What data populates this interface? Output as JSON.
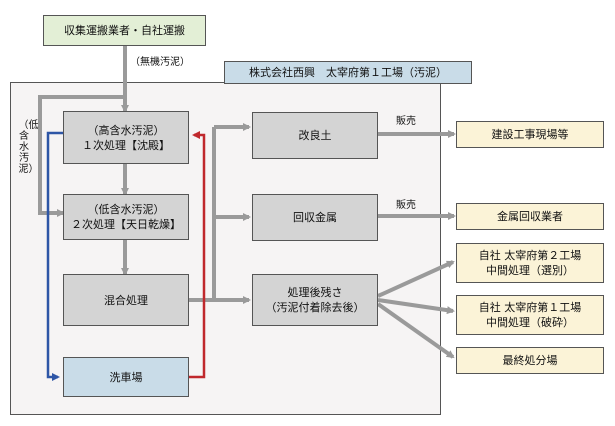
{
  "colors": {
    "frame_fill": "#f6f4f4",
    "green_box": "#e3efd6",
    "gray_box": "#d4d4d4",
    "blue_box": "#c9dce8",
    "cream_box": "#fbf3d7",
    "arrow_gray": "#9a9a9a",
    "arrow_red": "#c0282c",
    "arrow_blue": "#2e56a6"
  },
  "collector": "収集運搬業者・自社運搬",
  "inorganic_sludge": "（無機汚泥）",
  "low_water_sludge_vertical": "（低含水汚泥）",
  "facility": "株式会社西興　太宰府第１工場（汚泥）",
  "process": {
    "primary": "（高含水汚泥）\n１次処理【沈殿】",
    "secondary": "（低含水汚泥）\n２次処理【天日乾燥】",
    "mixing": "混合処理",
    "car_wash": "洗車場"
  },
  "products": {
    "improved_soil": "改良土",
    "recovered_metal": "回収金属",
    "residue": "処理後残さ\n（汚泥付着除去後）"
  },
  "sale_label": "販売",
  "destinations": {
    "construction": "建設工事現場等",
    "metal_dealer": "金属回収業者",
    "plant2": "自社 太宰府第２工場\n中間処理（選別）",
    "plant1": "自社 太宰府第１工場\n中間処理（破砕）",
    "landfill": "最終処分場"
  }
}
